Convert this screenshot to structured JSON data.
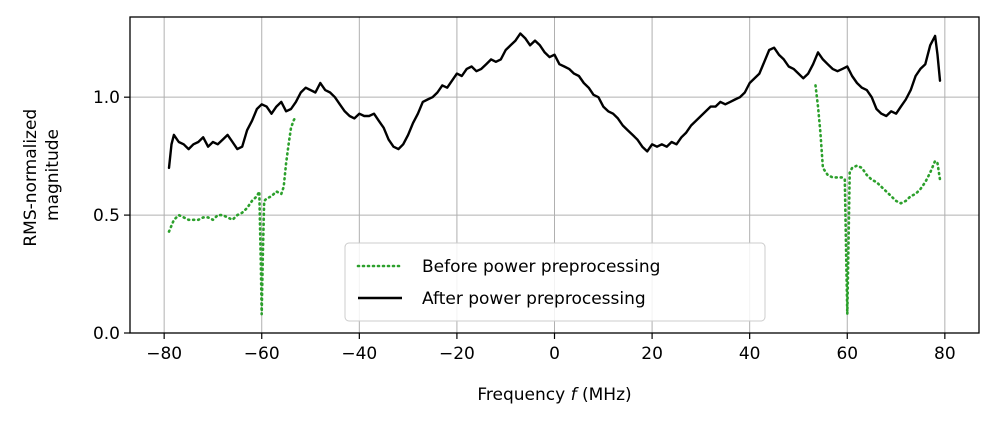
{
  "chart_data": {
    "type": "line",
    "xlabel": "Frequency f (MHz)",
    "xlabel_parts": [
      "Frequency ",
      "f",
      " (MHz)"
    ],
    "ylabel_lines": [
      "RMS-normalized",
      "magnitude"
    ],
    "xlim": [
      -87,
      87
    ],
    "ylim": [
      0,
      1.34
    ],
    "xticks": [
      -80,
      -60,
      -40,
      -20,
      0,
      20,
      40,
      60,
      80
    ],
    "xtick_labels": [
      "−80",
      "−60",
      "−40",
      "−20",
      "0",
      "20",
      "40",
      "60",
      "80"
    ],
    "yticks": [
      0.0,
      0.5,
      1.0
    ],
    "ytick_labels": [
      "0.0",
      "0.5",
      "1.0"
    ],
    "grid": true,
    "legend_position": "lower-center",
    "series": [
      {
        "name": "Before power preprocessing",
        "color": "#2ca02c",
        "style": "dotted",
        "x": [
          -79,
          -78,
          -77,
          -76,
          -75,
          -74,
          -73,
          -72,
          -71,
          -70,
          -69,
          -68,
          -67,
          -66,
          -65,
          -64,
          -63,
          -62,
          -61,
          -60.5,
          -60.2,
          -60,
          -59.8,
          -59.5,
          -59,
          -58,
          -57,
          -56,
          -55.5,
          -55,
          -54.5,
          -54,
          -53.5,
          -53
        ],
        "y": [
          0.43,
          0.48,
          0.5,
          0.49,
          0.48,
          0.48,
          0.48,
          0.49,
          0.49,
          0.48,
          0.5,
          0.5,
          0.49,
          0.48,
          0.5,
          0.51,
          0.53,
          0.56,
          0.58,
          0.6,
          0.3,
          0.08,
          0.3,
          0.56,
          0.57,
          0.58,
          0.6,
          0.59,
          0.62,
          0.72,
          0.8,
          0.87,
          0.9,
          0.92
        ]
      },
      {
        "name": "Before power preprocessing",
        "color": "#2ca02c",
        "style": "dotted",
        "x": [
          53.5,
          54,
          54.5,
          55,
          56,
          57,
          58,
          59,
          59.5,
          59.8,
          60,
          60.2,
          60.5,
          61,
          62,
          63,
          64,
          65,
          66,
          67,
          68,
          69,
          70,
          71,
          72,
          73,
          74,
          75,
          76,
          77,
          78,
          78.5,
          79
        ],
        "y": [
          1.05,
          0.96,
          0.85,
          0.7,
          0.67,
          0.66,
          0.66,
          0.66,
          0.65,
          0.3,
          0.08,
          0.3,
          0.68,
          0.7,
          0.71,
          0.7,
          0.67,
          0.65,
          0.64,
          0.62,
          0.6,
          0.58,
          0.56,
          0.55,
          0.56,
          0.58,
          0.59,
          0.61,
          0.64,
          0.68,
          0.73,
          0.72,
          0.65
        ]
      },
      {
        "name": "After power preprocessing",
        "color": "#000000",
        "style": "solid",
        "x": [
          -79,
          -78.5,
          -78,
          -77,
          -76,
          -75,
          -74,
          -73,
          -72,
          -71,
          -70,
          -69,
          -68,
          -67,
          -66,
          -65,
          -64,
          -63,
          -62,
          -61,
          -60,
          -59,
          -58,
          -57,
          -56,
          -55,
          -54,
          -53,
          -52,
          -51,
          -50,
          -49,
          -48,
          -47,
          -46,
          -45,
          -44,
          -43,
          -42,
          -41,
          -40,
          -39,
          -38,
          -37,
          -36,
          -35,
          -34,
          -33,
          -32,
          -31,
          -30,
          -29,
          -28,
          -27,
          -26,
          -25,
          -24,
          -23,
          -22,
          -21,
          -20,
          -19,
          -18,
          -17,
          -16,
          -15,
          -14,
          -13,
          -12,
          -11,
          -10,
          -9,
          -8,
          -7,
          -6,
          -5,
          -4,
          -3,
          -2,
          -1,
          0,
          1,
          2,
          3,
          4,
          5,
          6,
          7,
          8,
          9,
          10,
          11,
          12,
          13,
          14,
          15,
          16,
          17,
          18,
          19,
          20,
          21,
          22,
          23,
          24,
          25,
          26,
          27,
          28,
          29,
          30,
          31,
          32,
          33,
          34,
          35,
          36,
          37,
          38,
          39,
          40,
          41,
          42,
          43,
          44,
          45,
          46,
          47,
          48,
          49,
          50,
          51,
          52,
          53,
          54,
          55,
          56,
          57,
          58,
          59,
          60,
          61,
          62,
          63,
          64,
          65,
          66,
          67,
          68,
          69,
          70,
          71,
          72,
          73,
          74,
          75,
          76,
          77,
          78,
          78.5,
          79
        ],
        "y": [
          0.7,
          0.8,
          0.84,
          0.81,
          0.8,
          0.78,
          0.8,
          0.81,
          0.83,
          0.79,
          0.81,
          0.8,
          0.82,
          0.84,
          0.81,
          0.78,
          0.79,
          0.86,
          0.9,
          0.95,
          0.97,
          0.96,
          0.93,
          0.96,
          0.98,
          0.94,
          0.95,
          0.98,
          1.02,
          1.04,
          1.03,
          1.02,
          1.06,
          1.03,
          1.02,
          1.0,
          0.97,
          0.94,
          0.92,
          0.91,
          0.93,
          0.92,
          0.92,
          0.93,
          0.9,
          0.87,
          0.82,
          0.79,
          0.78,
          0.8,
          0.84,
          0.89,
          0.93,
          0.98,
          0.99,
          1.0,
          1.02,
          1.05,
          1.04,
          1.07,
          1.1,
          1.09,
          1.12,
          1.13,
          1.11,
          1.12,
          1.14,
          1.16,
          1.15,
          1.16,
          1.2,
          1.22,
          1.24,
          1.27,
          1.25,
          1.22,
          1.24,
          1.22,
          1.19,
          1.17,
          1.18,
          1.14,
          1.13,
          1.12,
          1.1,
          1.09,
          1.06,
          1.04,
          1.01,
          1.0,
          0.96,
          0.94,
          0.93,
          0.91,
          0.88,
          0.86,
          0.84,
          0.82,
          0.79,
          0.77,
          0.8,
          0.79,
          0.8,
          0.79,
          0.81,
          0.8,
          0.83,
          0.85,
          0.88,
          0.9,
          0.92,
          0.94,
          0.96,
          0.96,
          0.98,
          0.97,
          0.98,
          0.99,
          1.0,
          1.02,
          1.06,
          1.08,
          1.1,
          1.15,
          1.2,
          1.21,
          1.18,
          1.16,
          1.13,
          1.12,
          1.1,
          1.08,
          1.1,
          1.14,
          1.19,
          1.16,
          1.14,
          1.12,
          1.11,
          1.12,
          1.13,
          1.09,
          1.06,
          1.04,
          1.03,
          1.0,
          0.95,
          0.93,
          0.92,
          0.94,
          0.93,
          0.96,
          0.99,
          1.03,
          1.09,
          1.12,
          1.14,
          1.22,
          1.26,
          1.18,
          1.07
        ]
      }
    ]
  }
}
